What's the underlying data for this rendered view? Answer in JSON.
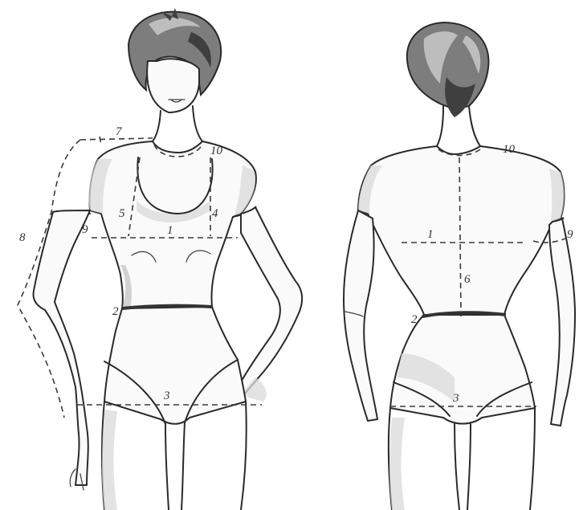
{
  "front": {
    "labels": {
      "sleeve_top": "7",
      "arm_length": "8",
      "bicep": "9",
      "neck": "10",
      "bust": "1",
      "waist": "2",
      "hip": "3",
      "shoulder_to_bust_left": "5",
      "shoulder_to_bust_right": "4"
    }
  },
  "back": {
    "labels": {
      "neck": "10",
      "bust": "1",
      "back_length": "6",
      "bicep": "9",
      "waist": "2",
      "hip": "3"
    }
  }
}
